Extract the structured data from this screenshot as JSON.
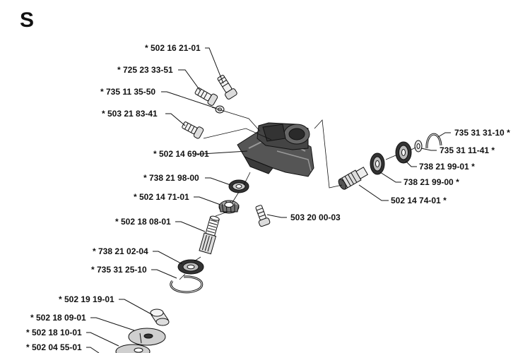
{
  "section_letter": "S",
  "parts": [
    "* 502 16 21-01",
    "* 725 23 33-51",
    "* 735 11 35-50",
    "* 503 21 83-41",
    "* 502 14 69-01",
    "* 738 21 98-00",
    "* 502 14 71-01",
    "* 502 18 08-01",
    "* 738 21 02-04",
    "* 735 31 25-10",
    "* 502 19 19-01",
    "* 502 18 09-01",
    "* 502 18 10-01",
    "* 502 04 55-01",
    "503 20 00-03",
    "735 31 31-10 *",
    "735 31 11-41 *",
    "738 21 99-01 *",
    "738 21 99-00 *",
    "502 14 74-01 *"
  ]
}
